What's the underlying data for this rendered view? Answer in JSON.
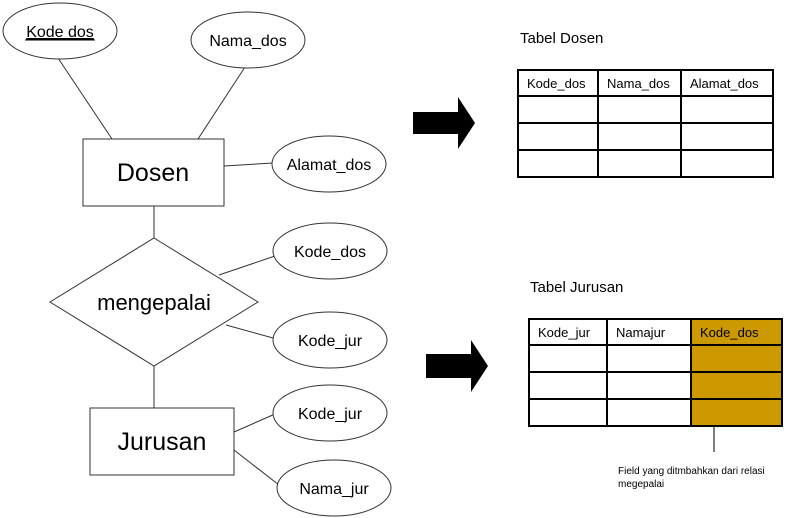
{
  "entities": {
    "dosen": "Dosen",
    "jurusan": "Jurusan"
  },
  "relationship": "mengepalai",
  "attributes": {
    "kode_dos_key": "Kode dos",
    "nama_dos": "Nama_dos",
    "alamat_dos": "Alamat_dos",
    "rel_kode_dos": "Kode_dos",
    "rel_kode_jur": "Kode_jur",
    "jur_kode_jur": "Kode_jur",
    "jur_nama_jur": "Nama_jur"
  },
  "tabel_dosen": {
    "title": "Tabel Dosen",
    "columns": [
      "Kode_dos",
      "Nama_dos",
      "Alamat_dos"
    ],
    "empty_rows": 3
  },
  "tabel_jurusan": {
    "title": "Tabel Jurusan",
    "columns": [
      "Kode_jur",
      "Namajur",
      "Kode_dos"
    ],
    "empty_rows": 3,
    "highlight_color": "#cc9900"
  },
  "note": "Field yang ditmbahkan dari relasi megepalai"
}
